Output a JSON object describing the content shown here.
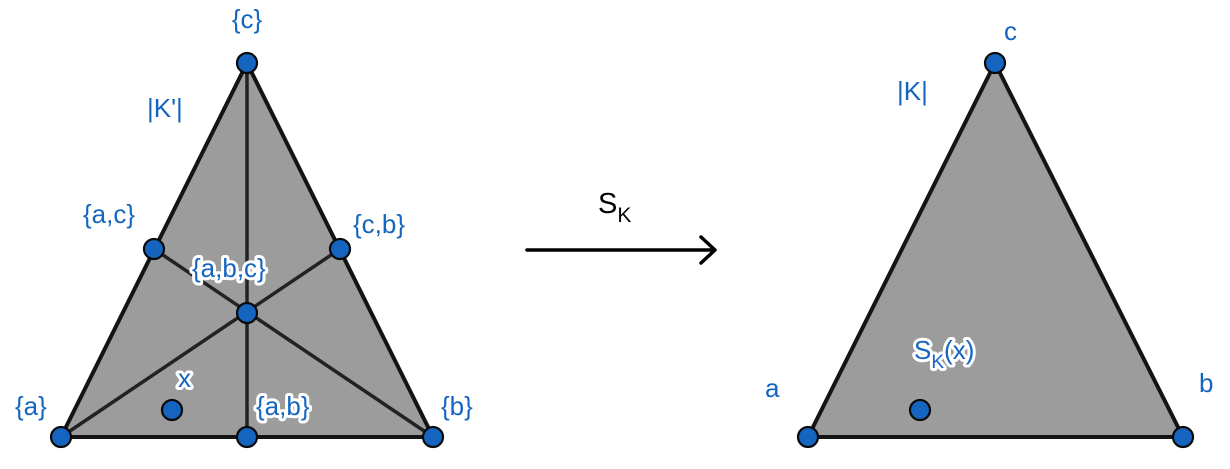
{
  "left_complex": {
    "label": "|K'|",
    "vertices": {
      "c": "{c}",
      "a": "{a}",
      "b": "{b}",
      "ac": "{a,c}",
      "cb": "{c,b}",
      "ab": "{a,b}",
      "abc": "{a,b,c}"
    },
    "point": "x"
  },
  "map": {
    "name": "S",
    "subscript": "K"
  },
  "right_complex": {
    "label": "|K|",
    "vertices": {
      "a": "a",
      "b": "b",
      "c": "c"
    },
    "point": {
      "name": "S",
      "subscript": "K",
      "arg": "(x)"
    }
  },
  "colors": {
    "face": "#9c9c9c",
    "edge": "#222222",
    "vertex": "#1565c0",
    "label": "#1565c0",
    "arrow": "#000000"
  }
}
